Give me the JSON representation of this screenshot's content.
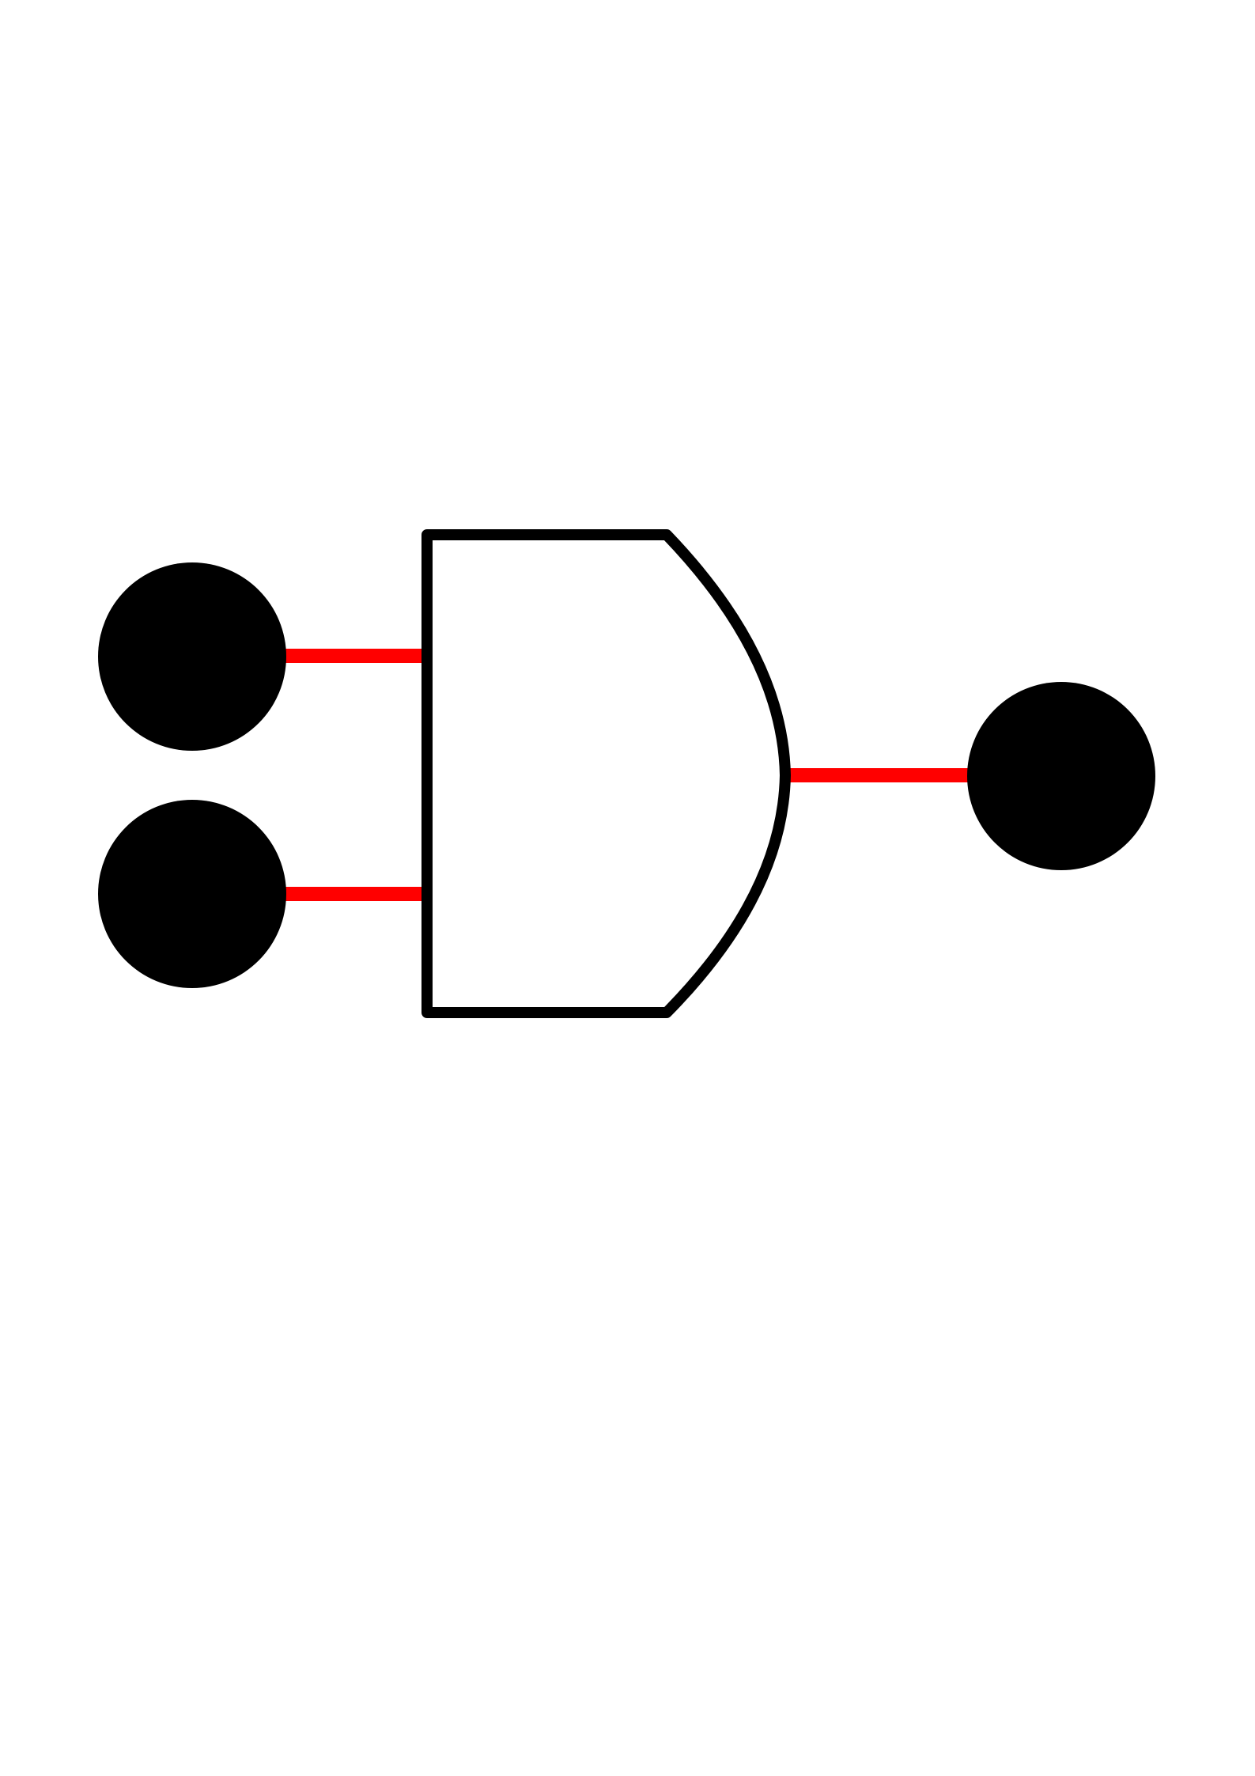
{
  "diagram": {
    "kind": "logic-gate",
    "gate_type": "AND",
    "inputs": [
      {
        "id": "input-a",
        "connected_to": "gate-input-1"
      },
      {
        "id": "input-b",
        "connected_to": "gate-input-2"
      }
    ],
    "outputs": [
      {
        "id": "output",
        "connected_from": "gate-output"
      }
    ],
    "colors": {
      "background": "#ffffff",
      "gate_stroke": "#000000",
      "gate_fill": "#ffffff",
      "node_fill": "#000000",
      "wire": "#ff0000"
    }
  }
}
